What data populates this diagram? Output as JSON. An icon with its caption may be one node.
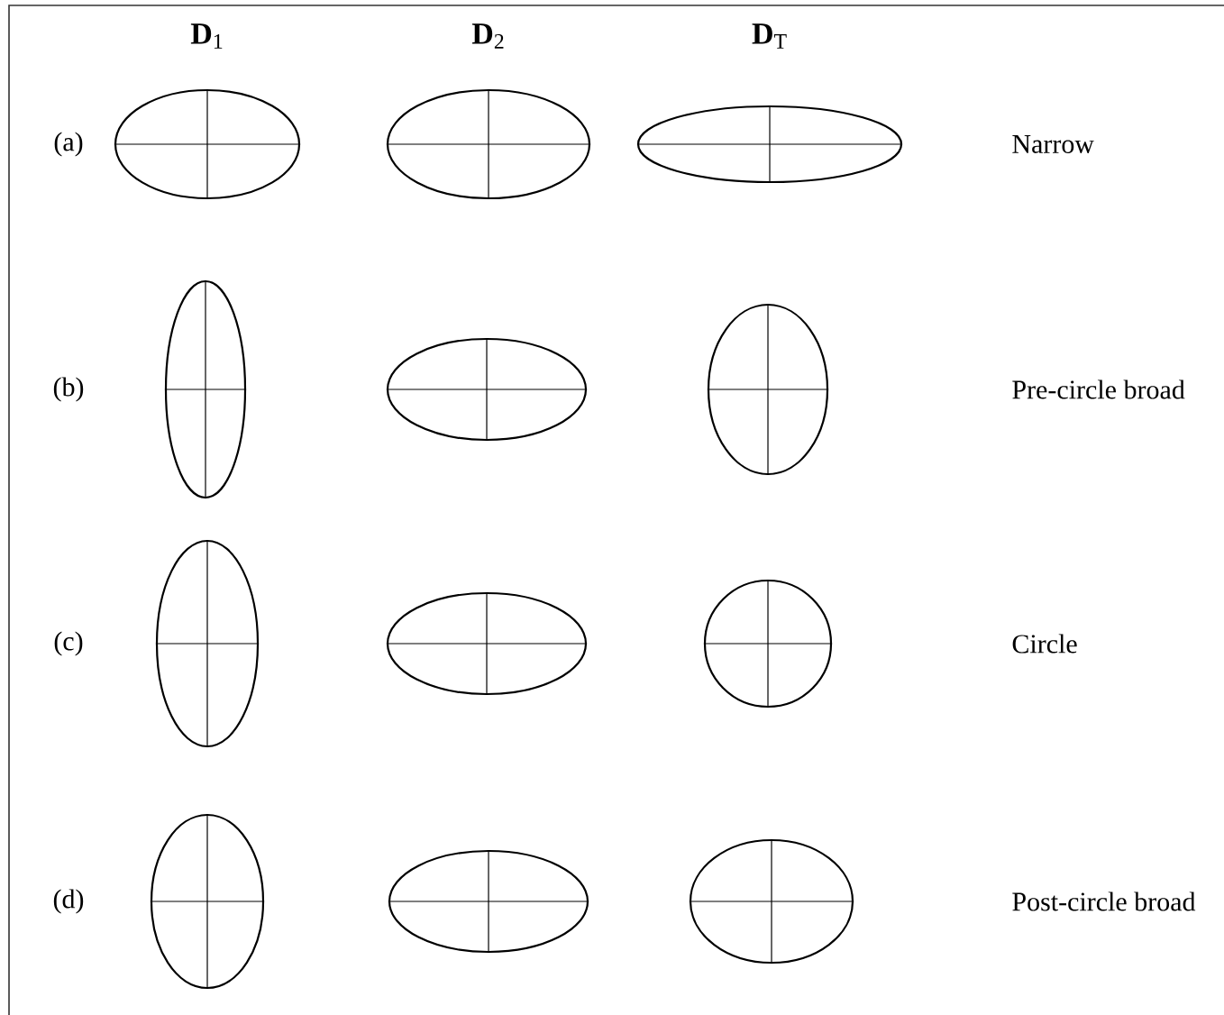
{
  "diagram": {
    "nodes": [
      {
        "text": [],
        "shape": "ellipse"
      },
      {
        "text": [],
        "shape": "ellipse"
      },
      {
        "text": [],
        "shape": "ellipse"
      },
      {
        "text": [],
        "shape": "ellipse"
      },
      {
        "text": [],
        "shape": "ellipse"
      },
      {
        "text": [],
        "shape": "ellipse"
      },
      {
        "text": [],
        "shape": "ellipse"
      },
      {
        "text": [],
        "shape": "ellipse"
      },
      {
        "text": [],
        "shape": "circle"
      },
      {
        "text": [],
        "shape": "ellipse"
      },
      {
        "text": [],
        "shape": "ellipse"
      },
      {
        "text": [],
        "shape": "ellipse"
      }
    ],
    "edges": [],
    "labels": [
      "**D**$_{1}$",
      "**D**$_{2}$",
      "**D**$_{T}$",
      "(a)",
      "Narrow",
      "(b)",
      "Pre-circle broad",
      "(c)",
      "Circle",
      "(d)",
      "Post-circle broad"
    ]
  }
}
